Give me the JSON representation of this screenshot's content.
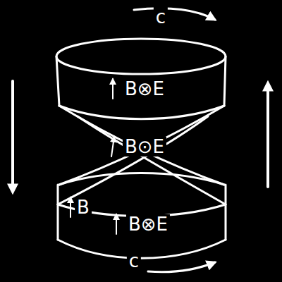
{
  "diagram": {
    "labels": [
      "c",
      "B⊗E",
      "B⊙E",
      "B",
      "B⊗E",
      "c"
    ]
  }
}
